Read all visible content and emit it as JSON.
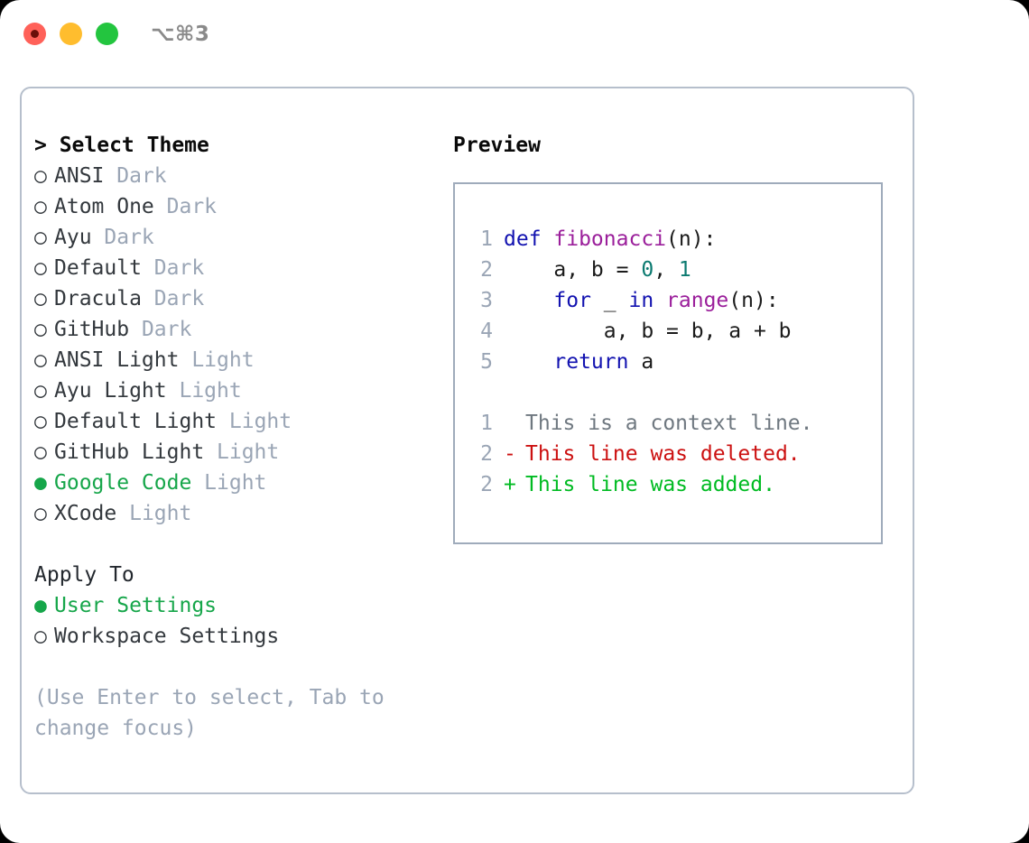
{
  "window": {
    "shortcut_label": "⌥⌘3",
    "traffic_lights": [
      {
        "name": "close",
        "color": "#ff6159"
      },
      {
        "name": "minimize",
        "color": "#ffbd2e"
      },
      {
        "name": "maximize",
        "color": "#23c53f"
      }
    ]
  },
  "theme_picker": {
    "heading": "> Select Theme",
    "selected_bullet": "●",
    "unselected_bullet": "○",
    "items": [
      {
        "name": "ANSI",
        "variant": "Dark",
        "selected": false
      },
      {
        "name": "Atom One",
        "variant": "Dark",
        "selected": false
      },
      {
        "name": "Ayu",
        "variant": "Dark",
        "selected": false
      },
      {
        "name": "Default",
        "variant": "Dark",
        "selected": false
      },
      {
        "name": "Dracula",
        "variant": "Dark",
        "selected": false
      },
      {
        "name": "GitHub",
        "variant": "Dark",
        "selected": false
      },
      {
        "name": "ANSI Light",
        "variant": "Light",
        "selected": false
      },
      {
        "name": "Ayu Light",
        "variant": "Light",
        "selected": false
      },
      {
        "name": "Default Light",
        "variant": "Light",
        "selected": false
      },
      {
        "name": "GitHub Light",
        "variant": "Light",
        "selected": false
      },
      {
        "name": "Google Code",
        "variant": "Light",
        "selected": true
      },
      {
        "name": "XCode",
        "variant": "Light",
        "selected": false
      }
    ]
  },
  "apply_to": {
    "heading": "Apply To",
    "items": [
      {
        "name": "User Settings",
        "selected": true
      },
      {
        "name": "Workspace Settings",
        "selected": false
      }
    ]
  },
  "hint": "(Use Enter to select, Tab to change focus)",
  "preview": {
    "title": "Preview",
    "code_lines": [
      {
        "number": "1",
        "tokens": [
          {
            "text": "def ",
            "kind": "kw"
          },
          {
            "text": "fibonacci",
            "kind": "fn"
          },
          {
            "text": "(n):",
            "kind": "punc"
          }
        ]
      },
      {
        "number": "2",
        "tokens": [
          {
            "text": "    a, b = ",
            "kind": "pl"
          },
          {
            "text": "0",
            "kind": "num"
          },
          {
            "text": ", ",
            "kind": "pl"
          },
          {
            "text": "1",
            "kind": "num"
          }
        ]
      },
      {
        "number": "3",
        "tokens": [
          {
            "text": "    ",
            "kind": "pl"
          },
          {
            "text": "for",
            "kind": "kw"
          },
          {
            "text": " _ ",
            "kind": "pl"
          },
          {
            "text": "in",
            "kind": "kw"
          },
          {
            "text": " ",
            "kind": "pl"
          },
          {
            "text": "range",
            "kind": "fn"
          },
          {
            "text": "(n):",
            "kind": "punc"
          }
        ]
      },
      {
        "number": "4",
        "tokens": [
          {
            "text": "        a, b = b, a + b",
            "kind": "pl"
          }
        ]
      },
      {
        "number": "5",
        "tokens": [
          {
            "text": "    ",
            "kind": "pl"
          },
          {
            "text": "return",
            "kind": "kw"
          },
          {
            "text": " a",
            "kind": "pl"
          }
        ]
      }
    ],
    "diff_lines": [
      {
        "number": "1",
        "marker": " ",
        "text": "This is a context line.",
        "kind": "context"
      },
      {
        "number": "2",
        "marker": "-",
        "text": "This line was deleted.",
        "kind": "deleted"
      },
      {
        "number": "2",
        "marker": "+",
        "text": "This line was added.",
        "kind": "added"
      }
    ]
  },
  "colors": {
    "accent_green": "#16a64a",
    "muted": "#9aa5b5",
    "keyword": "#1212b0",
    "function": "#9b1f9b",
    "number": "#0b7a70",
    "diff_added": "#00bb22",
    "diff_deleted": "#cc1111",
    "panel_border": "#b6bfcc",
    "preview_border": "#9fabbb"
  }
}
